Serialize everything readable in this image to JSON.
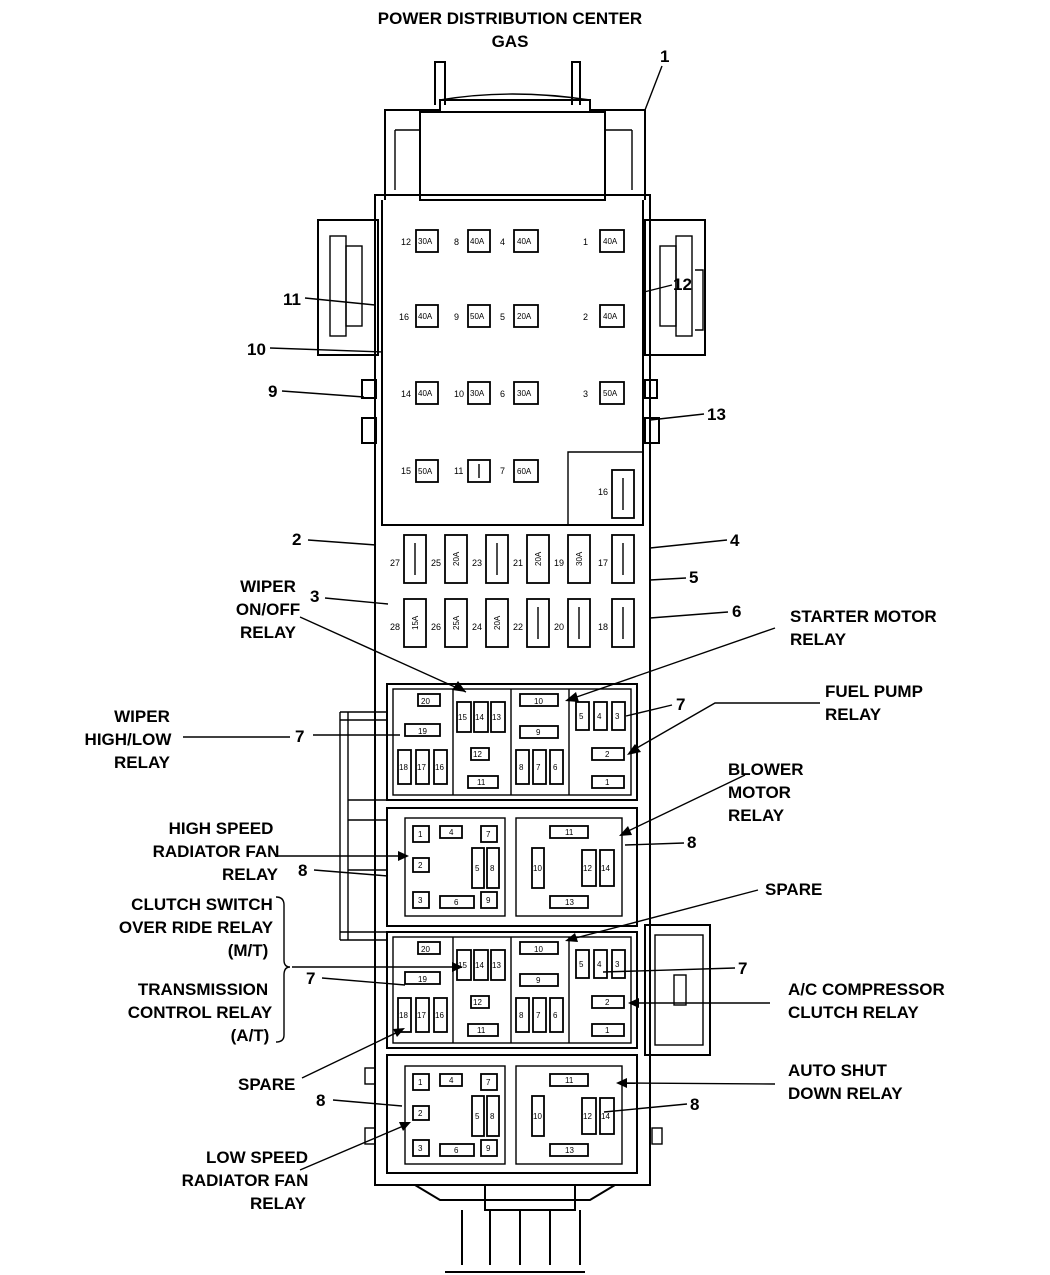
{
  "title": {
    "line1": "POWER DISTRIBUTION CENTER",
    "line2": "GAS"
  },
  "callouts": [
    "1",
    "2",
    "3",
    "4",
    "5",
    "6",
    "7",
    "8",
    "9",
    "10",
    "11",
    "12",
    "13"
  ],
  "big_fuses": [
    {
      "slot": "12",
      "rating": "30A"
    },
    {
      "slot": "8",
      "rating": "40A"
    },
    {
      "slot": "4",
      "rating": "40A"
    },
    {
      "slot": "1",
      "rating": "40A"
    },
    {
      "slot": "16",
      "rating": "40A"
    },
    {
      "slot": "9",
      "rating": "50A"
    },
    {
      "slot": "5",
      "rating": "20A"
    },
    {
      "slot": "2",
      "rating": "40A"
    },
    {
      "slot": "14",
      "rating": "40A"
    },
    {
      "slot": "10",
      "rating": "30A"
    },
    {
      "slot": "6",
      "rating": "30A"
    },
    {
      "slot": "3",
      "rating": "50A"
    },
    {
      "slot": "15",
      "rating": "50A"
    },
    {
      "slot": "11",
      "rating": ""
    },
    {
      "slot": "7",
      "rating": "60A"
    },
    {
      "slot": "16",
      "rating": ""
    }
  ],
  "mini_fuses_top": [
    {
      "slot": "27",
      "rating": ""
    },
    {
      "slot": "25",
      "rating": "20A"
    },
    {
      "slot": "23",
      "rating": ""
    },
    {
      "slot": "21",
      "rating": "20A"
    },
    {
      "slot": "19",
      "rating": "30A"
    },
    {
      "slot": "17",
      "rating": ""
    }
  ],
  "mini_fuses_bottom": [
    {
      "slot": "28",
      "rating": "15A"
    },
    {
      "slot": "26",
      "rating": "25A"
    },
    {
      "slot": "24",
      "rating": "20A"
    },
    {
      "slot": "22",
      "rating": ""
    },
    {
      "slot": "20",
      "rating": ""
    },
    {
      "slot": "18",
      "rating": ""
    }
  ],
  "relay_pins": {
    "micro": [
      "20",
      "19",
      "18",
      "17",
      "16",
      "15",
      "14",
      "13",
      "12",
      "11",
      "10",
      "9",
      "8",
      "7",
      "6",
      "5",
      "4",
      "3",
      "2",
      "1"
    ],
    "mini": [
      "1",
      "2",
      "3",
      "4",
      "5",
      "6",
      "7",
      "8",
      "9",
      "10",
      "11",
      "12",
      "13",
      "14"
    ]
  },
  "labels": {
    "wiper_onoff": [
      "WIPER",
      "ON/OFF",
      "RELAY"
    ],
    "starter_motor": [
      "STARTER MOTOR",
      "RELAY"
    ],
    "fuel_pump": [
      "FUEL PUMP",
      "RELAY"
    ],
    "wiper_highlow": [
      "WIPER",
      "HIGH/LOW",
      "RELAY"
    ],
    "blower_motor": [
      "BLOWER",
      "MOTOR",
      "RELAY"
    ],
    "high_speed_fan": [
      "HIGH SPEED",
      "RADIATOR FAN",
      "RELAY"
    ],
    "spare_right": "SPARE",
    "clutch_switch": [
      "CLUTCH SWITCH",
      "OVER RIDE RELAY",
      "(M/T)"
    ],
    "transmission": [
      "TRANSMISSION",
      "CONTROL RELAY",
      "(A/T)"
    ],
    "ac_compressor": [
      "A/C COMPRESSOR",
      "CLUTCH RELAY"
    ],
    "spare_left": "SPARE",
    "auto_shutdown": [
      "AUTO SHUT",
      "DOWN RELAY"
    ],
    "low_speed_fan": [
      "LOW SPEED",
      "RADIATOR FAN",
      "RELAY"
    ]
  }
}
